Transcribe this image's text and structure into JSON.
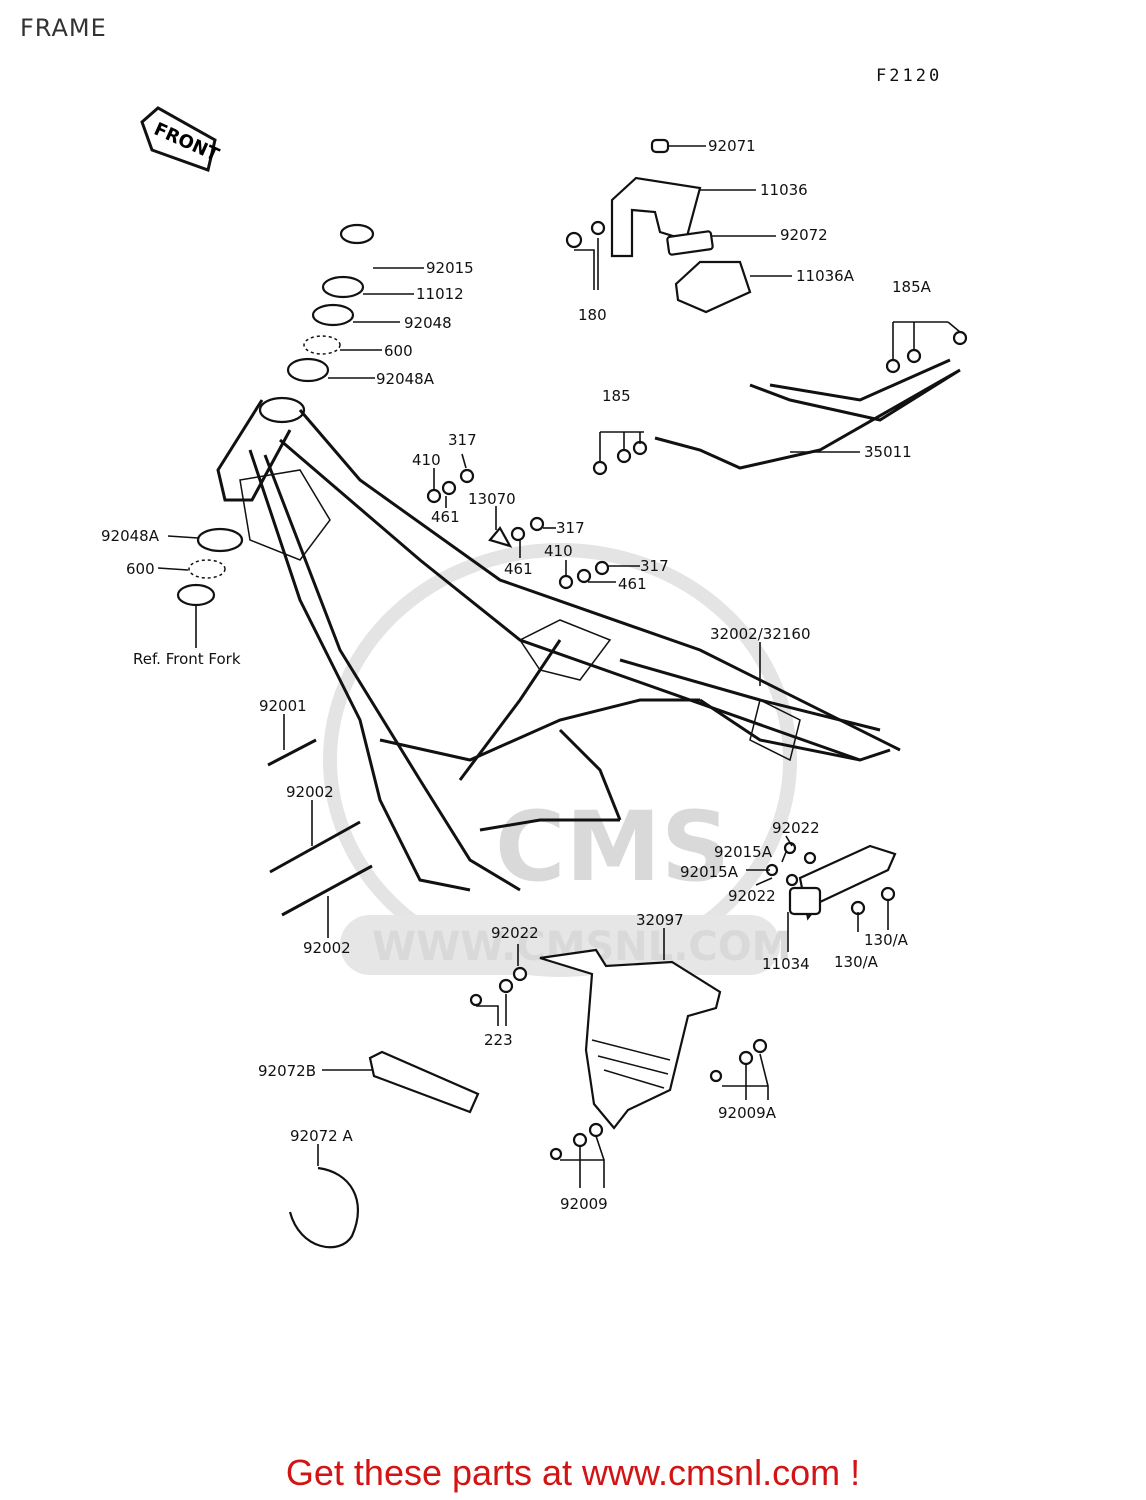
{
  "header": {
    "title": "FRAME",
    "figure_code": "F2120"
  },
  "front_badge": "FRONT",
  "watermark": {
    "brand": "CMS",
    "url": "WWW.CMSNL.COM"
  },
  "labels": [
    {
      "id": "l92071",
      "text": "92071"
    },
    {
      "id": "l11036",
      "text": "11036"
    },
    {
      "id": "l92072",
      "text": "92072"
    },
    {
      "id": "l11036A",
      "text": "11036A"
    },
    {
      "id": "l180",
      "text": "180"
    },
    {
      "id": "l185A",
      "text": "185A"
    },
    {
      "id": "l92015",
      "text": "92015"
    },
    {
      "id": "l11012",
      "text": "11012"
    },
    {
      "id": "l92048",
      "text": "92048"
    },
    {
      "id": "l600a",
      "text": "600"
    },
    {
      "id": "l92048Aa",
      "text": "92048A"
    },
    {
      "id": "l185",
      "text": "185"
    },
    {
      "id": "l35011",
      "text": "35011"
    },
    {
      "id": "l317a",
      "text": "317"
    },
    {
      "id": "l410a",
      "text": "410"
    },
    {
      "id": "l461a",
      "text": "461"
    },
    {
      "id": "l13070",
      "text": "13070"
    },
    {
      "id": "l317b",
      "text": "317"
    },
    {
      "id": "l461b",
      "text": "461"
    },
    {
      "id": "l410b",
      "text": "410"
    },
    {
      "id": "l317c",
      "text": "317"
    },
    {
      "id": "l461c",
      "text": "461"
    },
    {
      "id": "l92048Ab",
      "text": "92048A"
    },
    {
      "id": "l600b",
      "text": "600"
    },
    {
      "id": "lref",
      "text": "Ref. Front Fork"
    },
    {
      "id": "l32002",
      "text": "32002/32160"
    },
    {
      "id": "l92001",
      "text": "92001"
    },
    {
      "id": "l92002a",
      "text": "92002"
    },
    {
      "id": "l92002b",
      "text": "92002"
    },
    {
      "id": "l92022a",
      "text": "92022"
    },
    {
      "id": "l92015Aa",
      "text": "92015A"
    },
    {
      "id": "l92015Ab",
      "text": "92015A"
    },
    {
      "id": "l92022b",
      "text": "92022"
    },
    {
      "id": "l130Aa",
      "text": "130/A"
    },
    {
      "id": "l130Ab",
      "text": "130/A"
    },
    {
      "id": "l11034",
      "text": "11034"
    },
    {
      "id": "l32097",
      "text": "32097"
    },
    {
      "id": "l92022c",
      "text": "92022"
    },
    {
      "id": "l223",
      "text": "223"
    },
    {
      "id": "l92072B",
      "text": "92072B"
    },
    {
      "id": "l92009A",
      "text": "92009A"
    },
    {
      "id": "l92072A",
      "text": "92072 A"
    },
    {
      "id": "l92009",
      "text": "92009"
    }
  ],
  "footer": {
    "promo": "Get these parts at www.cmsnl.com !"
  }
}
